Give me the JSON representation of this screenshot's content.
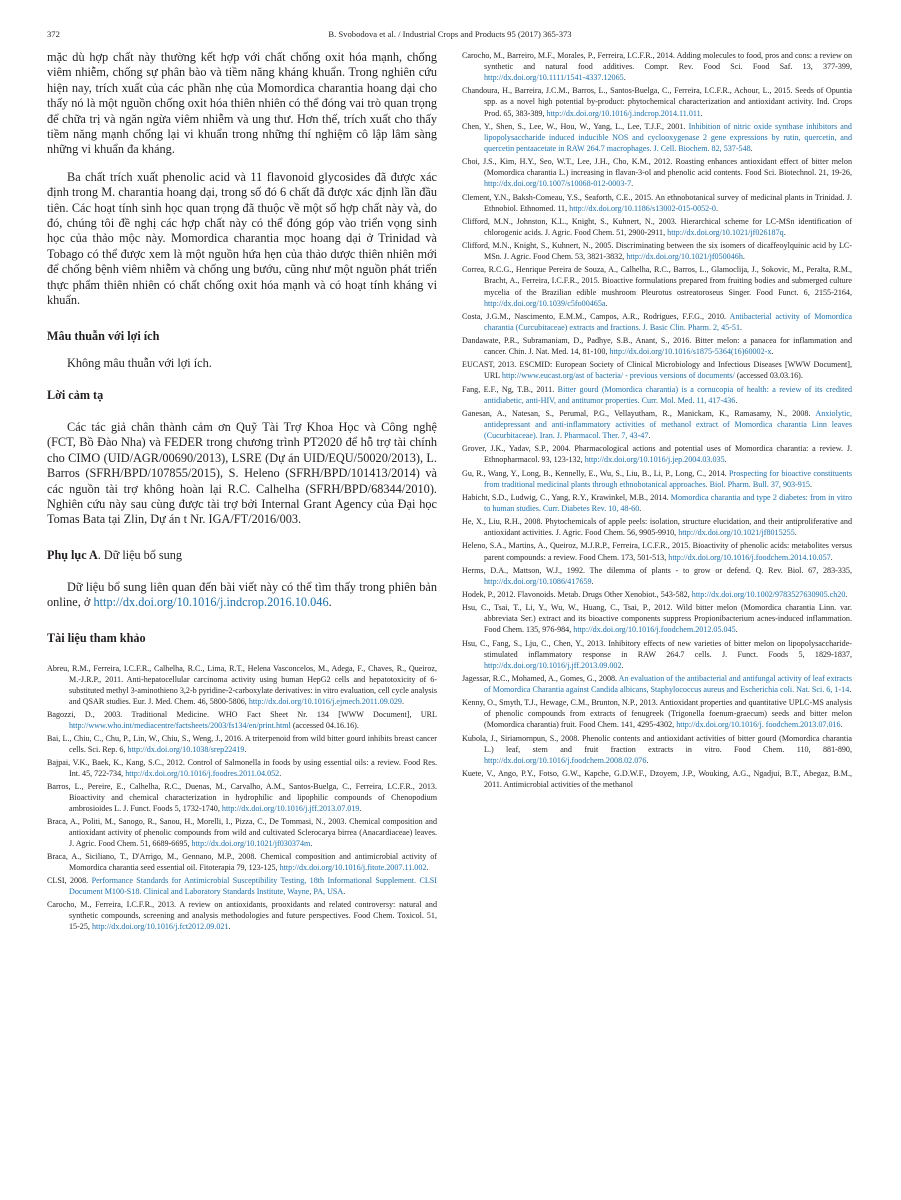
{
  "header": {
    "page_number": "372",
    "running_head": "B. Svobodova et al. / Industrial Crops and Products 95 (2017) 365-373"
  },
  "body": {
    "para1": "mặc dù hợp chất này thường kết hợp với chất chống oxit hóa mạnh, chống viêm nhiễm, chống sự phân bào và tiềm năng kháng khuẩn. Trong nghiên cứu hiện nay, trích xuất của các phần nhẹ của Momordica charantia hoang dại cho thấy nó là một nguồn chống oxit hóa thiên nhiên có thể đóng vai trò quan trọng để chữa trị và ngăn ngừa viêm nhiễm và ung thư. Hơn thế, trích xuất cho thấy tiềm năng mạnh chống lại vi khuẩn trong những thí nghiệm cô lập lâm sàng những vi khuẩn đa kháng.",
    "para2": "Ba chất trích xuất phenolic acid và 11 flavonoid glycosides đã được xác định trong M. charantia hoang dại, trong số đó 6 chất đã được xác định lần đầu tiên. Các hoạt tính sinh học quan trọng đã thuộc về một số hợp chất này và, do đó, chúng tôi đề nghị các hợp chất này có thể đóng góp vào triển vọng sinh học của thảo mộc này. Momordica charantia mọc hoang dại ở Trinidad và Tobago có thể được xem là một nguồn hứa hẹn của thảo dược thiên nhiên mới để chống bệnh viêm nhiễm và chống ung bướu, cũng như một nguồn phát triển thực phẩm thiên nhiên có chất chống oxit hóa mạnh và có hoạt tính kháng vi khuẩn.",
    "conflict_heading": "Mâu thuẫn với lợi ích",
    "conflict_text": "Không mâu thuẫn với lợi ích.",
    "ack_heading": "Lời cảm tạ",
    "ack_text": "Các tác giả chân thành cảm ơn Quỹ Tài Trợ Khoa Học và Công nghệ (FCT, Bồ Đào Nha) và FEDER trong chương trình PT2020 để hỗ trợ tài chính cho CIMO (UID/AGR/00690/2013), LSRE (Dự án UID/EQU/50020/2013), L. Barros (SFRH/BPD/107855/2015), S. Heleno (SFRH/BPD/101413/2014) và các nguồn tài trợ không hoàn lại R.C. Calhelha (SFRH/BPD/68344/2010). Nghiên cứu này sau cùng được tài trợ bởi Internal Grant Agency của Đại học Tomas Bata tại Zlin, Dự án t Nr. IGA/FT/2016/003.",
    "appendix_heading_bold": "Phụ lục A",
    "appendix_heading_rest": ". Dữ liệu bổ sung",
    "appendix_text": "Dữ liệu bổ sung liên quan đến bài viết này có thể tìm thấy trong phiên bản online, ở ",
    "appendix_link": "http://dx.doi.org/10.1016/j.indcrop.2016.10.046",
    "appendix_end": ".",
    "refs_heading": "Tài liệu tham khảo"
  },
  "refs_left": [
    {
      "t": "Abreu, R.M., Ferreira, I.C.F.R., Calhelha, R.C., Lima, R.T., Helena Vasconcelos, M., Adega, F., Chaves, R., Queiroz, M.-J.R.P., 2011. Anti-hepatocellular carcinoma activity using human HepG2 cells and hepatotoxicity of 6-substituted methyl 3-aminothieno 3,2-b pyridine-2-carboxylate derivatives: in vitro evaluation, cell cycle analysis and QSAR studies. Eur. J. Med. Chem. 46, 5800-5806, ",
      "l": "http://dx.doi.org/10.1016/j.ejmech.2011.09.029",
      "e": "."
    },
    {
      "t": "Bagozzi, D., 2003. Traditional Medicine. WHO Fact Sheet Nr. 134 [WWW Document], URL ",
      "l": "http://www.who.int/mediacentre/factsheets/2003/fs134/en/print.html",
      "e": " (accessed 04.16.16)."
    },
    {
      "t": "Bai, L., Chiu, C., Chu, P., Lin, W., Chiu, S., Weng, J., 2016. A triterpenoid from wild bitter gourd inhibits breast cancer cells. Sci. Rep. 6, ",
      "l": "http://dx.doi.org/10.1038/srep22419",
      "e": "."
    },
    {
      "t": "Bajpai, V.K., Baek, K., Kang, S.C., 2012. Control of Salmonella in foods by using essential oils: a review. Food Res. Int. 45, 722-734, ",
      "l": "http://dx.doi.org/10.1016/j.foodres.2011.04.052",
      "e": "."
    },
    {
      "t": "Barros, L., Pereire, E., Calhelha, R.C., Duenas, M., Carvalho, A.M., Santos-Buelga, C., Ferreira, I.C.F.R., 2013. Bioactivity and chemical characterization in hydrophilic and lipophilic compounds of Chenopodium ambrosioides L. J. Funct. Foods 5, 1732-1740, ",
      "l": "http://dx.doi.org/10.1016/j.jff.2013.07.019",
      "e": "."
    },
    {
      "t": "Braca, A., Politi, M., Sanogo, R., Sanou, H., Morelli, I., Pizza, C., De Tommasi, N., 2003. Chemical composition and antioxidant activity of phenolic compounds from wild and cultivated Sclerocarya birrea (Anacardiaceae) leaves. J. Agric. Food Chem. 51, 6689-6695, ",
      "l": "http://dx.doi.org/10.1021/jf030374m",
      "e": "."
    },
    {
      "t": "Braca, A., Siciliano, T., D'Arrigo, M., Gennano, M.P., 2008. Chemical composition and antimicrobial activity of Momordica charantia seed essential oil. Fitoterapia 79, 123-125, ",
      "l": "http://dx.doi.org/10.1016/j.fitote.2007.11.002",
      "e": "."
    },
    {
      "t": "CLSI, 2008. ",
      "l": "Performance Standards for Antimicrobial Susceptibility Testing, 18th Informational Supplement. CLSI Document M100-S18. Clinical and Laboratory Standards Institute, Wayne, PA, USA",
      "e": "."
    },
    {
      "t": "Carocho, M., Ferreira, I.C.F.R., 2013. A review on antioxidants, prooxidants and related controversy: natural and synthetic compounds, screening and analysis methodologies and future perspectives. Food Chem. Toxicol. 51, 15-25, ",
      "l": "http://dx.doi.org/10.1016/j.fct2012.09.021",
      "e": "."
    }
  ],
  "refs_right": [
    {
      "t": "Carocho, M., Barreiro, M.F., Morales, P., Ferreira, I.C.F.R., 2014. Adding molecules to food, pros and cons: a review on synthetic and natural food additives. Compr. Rev. Food Sci. Food Saf. 13, 377-399, ",
      "l": "http://dx.doi.org/10.1111/1541-4337.12065",
      "e": "."
    },
    {
      "t": "Chandoura, H., Barreira, J.C.M., Barros, L., Santos-Buelga, C., Ferreira, I.C.F.R., Achour, L., 2015. Seeds of Opuntia spp. as a novel high potential by-product: phytochemical characterization and antioxidant activity. Ind. Crops Prod. 65, 383-389, ",
      "l": "http://dx.doi.org/10.1016/j.indcrop.2014.11.011",
      "e": "."
    },
    {
      "t": "Chen, Y., Shen, S., Lee, W., Hou, W., Yang, L., Lee, T.J.F., 2001. ",
      "l": "Inhibition of nitric oxide synthase inhibitors and lipopolysaccharide induced inducible NOS and cyclooxygenase 2 gene expressions by rutin, quercetin, and quercetin pentaacetate in RAW 264.7 macrophages. J. Cell. Biochem. 82, 537-548",
      "e": "."
    },
    {
      "t": "Choi, J.S., Kim, H.Y., Seo, W.T., Lee, J.H., Cho, K.M., 2012. Roasting enhances antioxidant effect of bitter melon (Momordica charantia L.) increasing in flavan-3-ol and phenolic acid contents. Food Sci. Biotechnol. 21, 19-26, ",
      "l": "http://dx.doi.org/10.1007/s10068-012-0003-7",
      "e": "."
    },
    {
      "t": "Clement, Y.N., Baksh-Comeau, Y.S., Seaforth, C.E., 2015. An ethnobotanical survey of medicinal plants in Trinidad. J. Ethnobiol. Ethnomed. 11, ",
      "l": "http://dx.doi.org/10.1186/s13002-015-0052-0",
      "e": "."
    },
    {
      "t": "Clifford, M.N., Johnston, K.L., Knight, S., Kuhnert, N., 2003. Hierarchical scheme for LC-MSn identification of chlorogenic acids. J. Agric. Food Chem. 51, 2900-2911, ",
      "l": "http://dx.doi.org/10.1021/jf026187q",
      "e": "."
    },
    {
      "t": "Clifford, M.N., Knight, S., Kuhnert, N., 2005. Discriminating between the six isomers of dicaffeoylquinic acid by LC-MSn. J. Agric. Food Chem. 53, 3821-3832, ",
      "l": "http://dx.doi.org/10.1021/jf050046h",
      "e": "."
    },
    {
      "t": "Correa, R.C.G., Henrique Pereira de Souza, A., Calhelha, R.C., Barros, L., Glamoclija, J., Sokovic, M., Peralta, R.M., Bracht, A., Ferreira, I.C.F.R., 2015. Bioactive formulations prepared from fruiting bodies and submerged culture mycelia of the Brazilian edible mushroom Pleurotus ostreatoroseus Singer. Food Funct. 6, 2155-2164, ",
      "l": "http://dx.doi.org/10.1039/c5fo00465a",
      "e": "."
    },
    {
      "t": "Costa, J.G.M., Nascimento, E.M.M., Campos, A.R., Rodrigues, F.F.G., 2010. ",
      "l": "Antibacterial activity of Momordica charantia (Curcubitaceae) extracts and fractions. J. Basic Clin. Pharm. 2, 45-51",
      "e": "."
    },
    {
      "t": "Dandawate, P.R., Subramaniam, D., Padhye, S.B., Anant, S., 2016. Bitter melon: a panacea for inflammation and cancer. Chin. J. Nat. Med. 14, 81-100, ",
      "l": "http://dx.doi.org/10.1016/s1875-5364(16)60002-x",
      "e": "."
    },
    {
      "t": "EUCAST, 2013. ESCMID: European Society of Clinical Microbiology and Infectious Diseases [WWW Document], URL ",
      "l": "http://www.eucast.org/ast of bacteria/ - previous versions of documents/",
      "e": " (accessed 03.03.16)."
    },
    {
      "t": "Fang, E.F., Ng, T.B., 2011. ",
      "l": "Bitter gourd (Momordica charantia) is a cornucopia of health: a review of its credited antidiabetic, anti-HIV, and antitumor properties. Curr. Mol. Med. 11, 417-436",
      "e": "."
    },
    {
      "t": "Ganesan, A., Natesan, S., Perumal, P.G., Vellayutham, R., Manickam, K., Ramasamy, N., 2008. ",
      "l": "Anxiolytic, antidepressant and anti-inflammatory activities of methanol extract of Momordica charantia Linn leaves (Cucurbitaceae). Iran. J. Pharmacol. Ther. 7, 43-47",
      "e": "."
    },
    {
      "t": "Grover, J.K., Yadav, S.P., 2004. Pharmacological actions and potential uses of Momordica charantia: a review. J. Ethnopharmacol. 93, 123-132, ",
      "l": "http://dx.doi.org/10.1016/j.jep.2004.03.035",
      "e": "."
    },
    {
      "t": "Gu, R., Wang, Y., Long, B., Kennelly, E., Wu, S., Liu, B., Li, P., Long, C., 2014. ",
      "l": "Prospecting for bioactive constituents from traditional medicinal plants through ethnobotanical approaches. Biol. Pharm. Bull. 37, 903-915",
      "e": "."
    },
    {
      "t": "Habicht, S.D., Ludwig, C., Yang, R.Y., Krawinkel, M.B., 2014. ",
      "l": "Momordica charantia and type 2 diabetes: from in vitro to human studies. Curr. Diabetes Rev. 10, 48-60",
      "e": "."
    },
    {
      "t": "He, X., Liu, R.H., 2008. Phytochemicals of apple peels: isolation, structure elucidation, and their antiproliferative and antioxidant activities. J. Agric. Food Chem. 56, 9905-9910, ",
      "l": "http://dx.doi.org/10.1021/jf8015255",
      "e": "."
    },
    {
      "t": "Heleno, S.A., Martins, A., Queiroz, M.J.R.P., Ferreira, I.C.F.R., 2015. Bioactivity of phenolic acids: metabolites versus parent compounds: a review. Food Chem. 173, 501-513, ",
      "l": "http://dx.doi.org/10.1016/j.foodchem.2014.10.057",
      "e": "."
    },
    {
      "t": "Herms, D.A., Mattson, W.J., 1992. The dilemma of plants - to grow or defend. Q. Rev. Biol. 67, 283-335, ",
      "l": "http://dx.doi.org/10.1086/417659",
      "e": "."
    },
    {
      "t": "Hodek, P., 2012. Flavonoids. Metab. Drugs Other Xenobiot., 543-582, ",
      "l": "http://dx.doi.org/10.1002/9783527630905.ch20",
      "e": "."
    },
    {
      "t": "Hsu, C., Tsai, T., Li, Y., Wu, W., Huang, C., Tsai, P., 2012. Wild bitter melon (Momordica charantia Linn. var. abbreviata Ser.) extract and its bioactive components suppress Propionibacterium acnes-induced inflammation. Food Chem. 135, 976-984, ",
      "l": "http://dx.doi.org/10.1016/j.foodchem.2012.05.045",
      "e": "."
    },
    {
      "t": "Hsu, C., Fang, S., Lju, C., Chen, Y., 2013. Inhibitory effects of new varieties of bitter melon on lipopolysaccharide-stimulated inflammatory response in RAW 264.7 cells. J. Funct. Foods 5, 1829-1837, ",
      "l": "http://dx.doi.org/10.1016/j.jff.2013.09.002",
      "e": "."
    },
    {
      "t": "Jagessar, R.C., Mohamed, A., Gomes, G., 2008. ",
      "l": "An evaluation of the antibacterial and antifungal activity of leaf extracts of Momordica Charantia against Candida albicans, Staphylococcus aureus and Escherichia coli. Nat. Sci. 6, 1-14",
      "e": "."
    },
    {
      "t": "Kenny, O., Smyth, T.J., Hewage, C.M., Brunton, N.P., 2013. Antioxidant properties and quantitative UPLC-MS analysis of phenolic compounds from extracts of fenugreek (Trigonella foenum-graecum) seeds and bitter melon (Momordica charantia) fruit. Food Chem. 141, 4295-4302, ",
      "l": "http://dx.doi.org/10.1016/j. foodchem.2013.07.016",
      "e": "."
    },
    {
      "t": "Kubola, J., Siriamornpun, S., 2008. Phenolic contents and antioxidant activities of bitter gourd (Momordica charantia L.) leaf, stem and fruit fraction extracts in vitro. Food Chem. 110, 881-890, ",
      "l": "http://dx.doi.org/10.1016/j.foodchem.2008.02.076",
      "e": "."
    },
    {
      "t": "Kuete, V., Ango, P.Y., Fotso, G.W., Kapche, G.D.W.F., Dzoyem, J.P., Wouking, A.G., Ngadjui, B.T., Abegaz, B.M., 2011. Antimicrobial activities of the methanol",
      "l": "",
      "e": ""
    }
  ]
}
